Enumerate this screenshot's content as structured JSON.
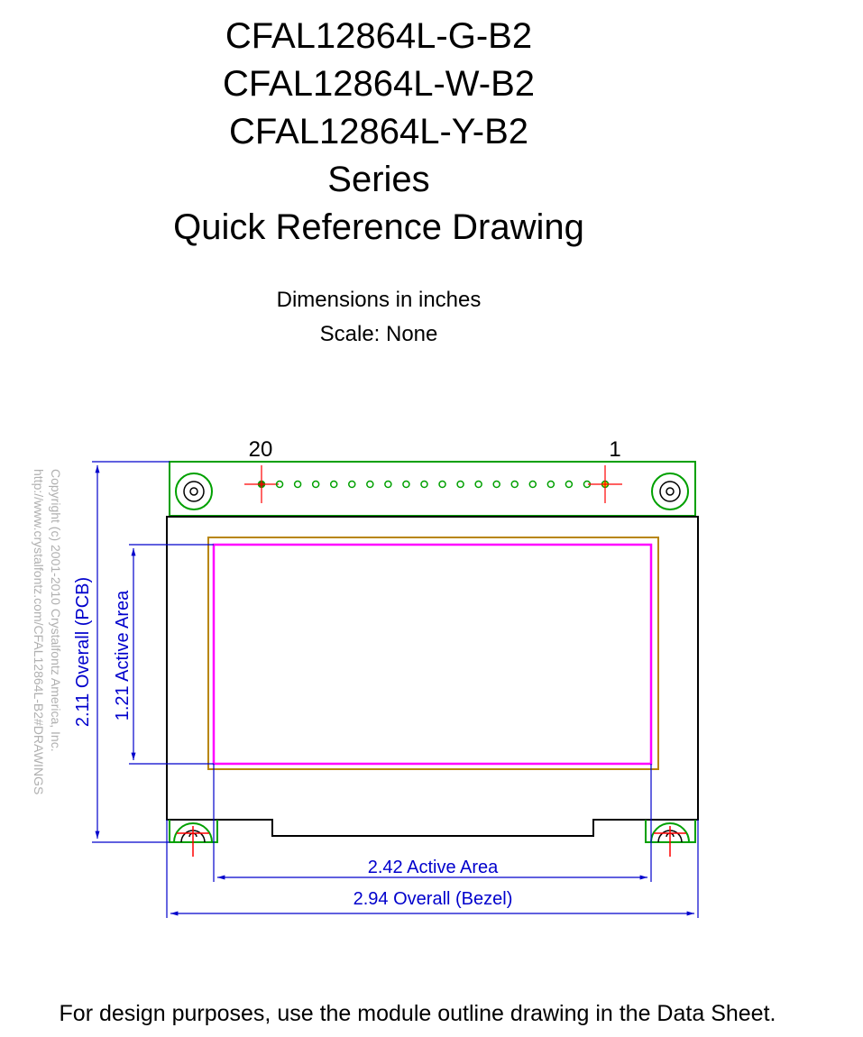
{
  "title": {
    "lines": [
      "CFAL12864L-G-B2",
      "CFAL12864L-W-B2",
      "CFAL12864L-Y-B2",
      "Series",
      "Quick Reference Drawing"
    ]
  },
  "subtitle": {
    "dimensions": "Dimensions in inches",
    "scale": "Scale: None"
  },
  "drawing": {
    "pin_left_label": "20",
    "pin_right_label": "1",
    "pin_count": 20,
    "dim_height_pcb": "2.11 Overall  (PCB)",
    "dim_height_active": "1.21 Active Area",
    "dim_width_active": "2.42 Active Area",
    "dim_width_bezel": "2.94 Overall (Bezel)",
    "copyright_1": "Copyright (c) 2001-2010 Crystalfontz America, Inc.",
    "copyright_2": "http://www.crystalfontz.com/CFAL12864L-B2#DRAWINGS"
  },
  "colors": {
    "pcb": "#00a000",
    "active": "#ff00ff",
    "viewing": "#b8860b",
    "dimension": "#0000cc",
    "crosshair": "#ff0000",
    "copyright": "#b0b0b0"
  },
  "footer": "For design purposes, use the module outline drawing in the Data Sheet."
}
